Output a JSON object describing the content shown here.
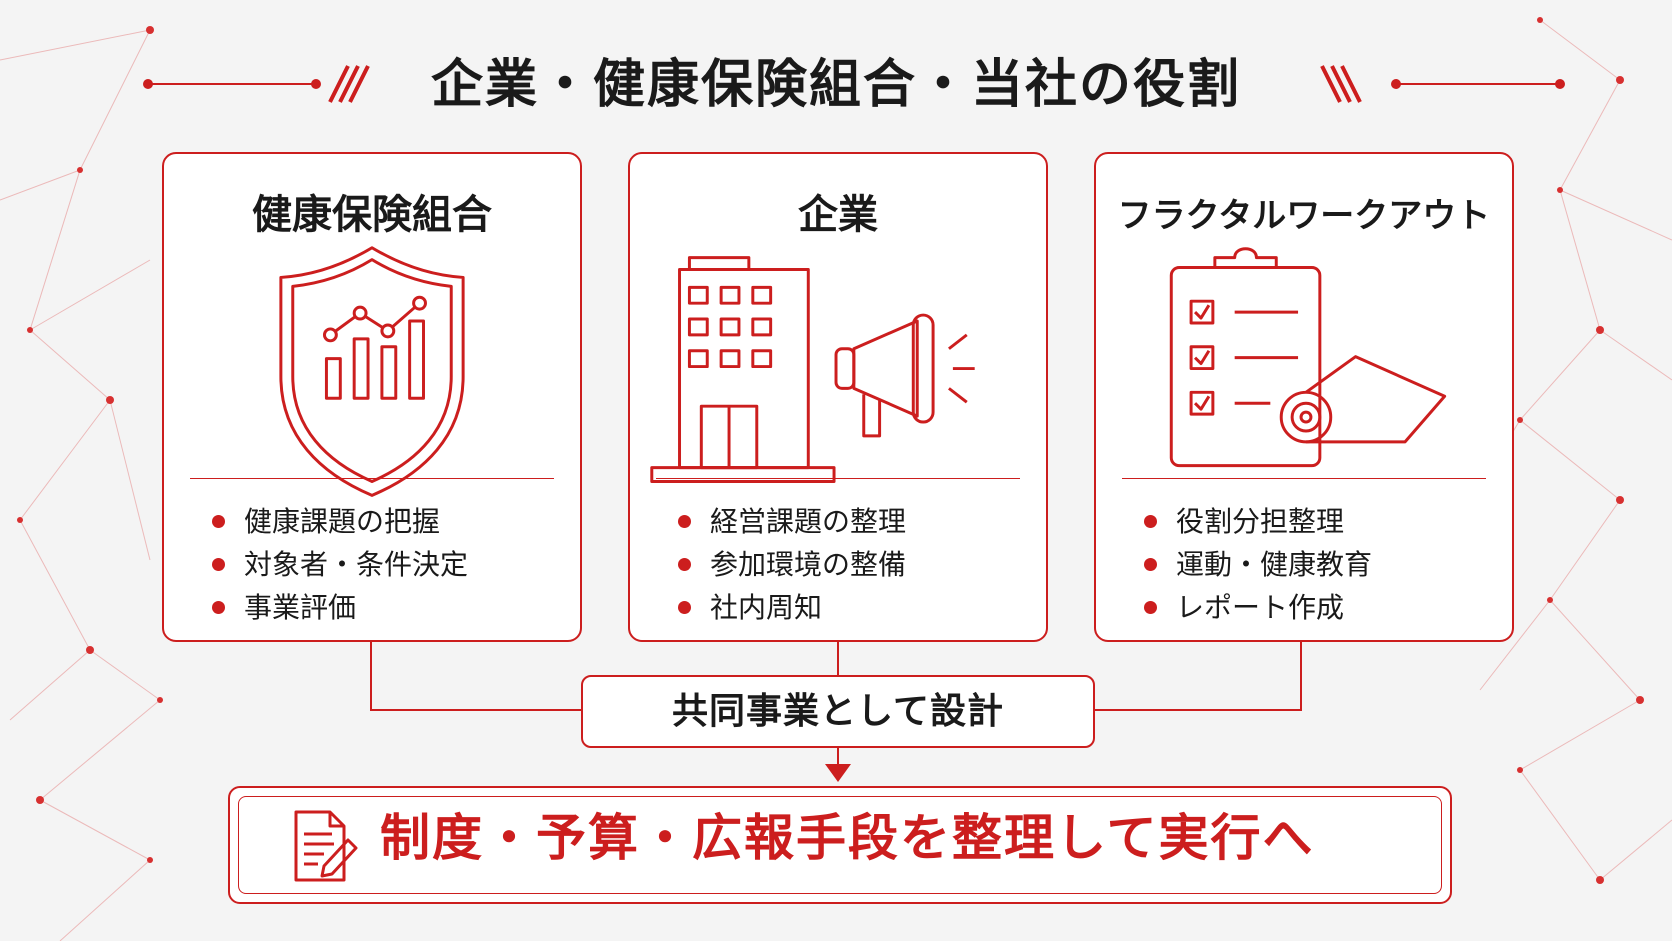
{
  "title": "企業・健康保険組合・当社の役割",
  "accent_color": "#cc1e1e",
  "cards": [
    {
      "title": "健康保険組合",
      "icon": "shield-chart-icon",
      "bullets": [
        "健康課題の把握",
        "対象者・条件決定",
        "事業評価"
      ]
    },
    {
      "title": "企業",
      "icon": "building-megaphone-icon",
      "bullets": [
        "経営課題の整理",
        "参加環境の整備",
        "社内周知"
      ]
    },
    {
      "title": "フラクタルワークアウト",
      "icon": "clipboard-mat-icon",
      "bullets": [
        "役割分担整理",
        "運動・健康教育",
        "レポート作成"
      ]
    }
  ],
  "joint_label": "共同事業として設計",
  "result_label": "制度・予算・広報手段を整理して実行へ",
  "result_icon": "document-pen-icon"
}
